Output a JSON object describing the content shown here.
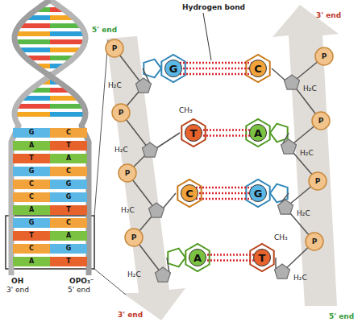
{
  "diagram": {
    "nodes": [
      {
        "text": [
          "G"
        ]
      },
      {
        "text": [
          "C"
        ]
      },
      {
        "text": [
          "T"
        ]
      },
      {
        "text": [
          "A"
        ]
      },
      {
        "text": [
          "C"
        ]
      },
      {
        "text": [
          "G"
        ]
      },
      {
        "text": [
          "A"
        ]
      },
      {
        "text": [
          "T"
        ]
      }
    ],
    "edges": [
      {
        "from": 0,
        "to": 1,
        "arrow": "none"
      },
      {
        "from": 0,
        "to": 1,
        "arrow": "none"
      },
      {
        "from": 0,
        "to": 1,
        "arrow": "none"
      },
      {
        "from": 2,
        "to": 3,
        "arrow": "none"
      },
      {
        "from": 2,
        "to": 3,
        "arrow": "none"
      },
      {
        "from": 4,
        "to": 5,
        "arrow": "none"
      },
      {
        "from": 4,
        "to": 5,
        "arrow": "none"
      },
      {
        "from": 4,
        "to": 5,
        "arrow": "none"
      },
      {
        "from": 6,
        "to": 7,
        "arrow": "none"
      },
      {
        "from": 6,
        "to": 7,
        "arrow": "none"
      }
    ],
    "labels": [
      "Hydrogen bond",
      "5' end",
      "3' end",
      "3' end",
      "5' end",
      "OH",
      "3' end",
      "OPO₃⁻",
      "5' end",
      "G",
      "C",
      "A",
      "T",
      "T",
      "A",
      "G",
      "C",
      "C",
      "G",
      "C",
      "G",
      "A",
      "T",
      "G",
      "C",
      "T",
      "A",
      "C",
      "G",
      "A",
      "T",
      "CH₃",
      "CH₃",
      "P",
      "P",
      "P",
      "P",
      "P",
      "P",
      "P",
      "P",
      "H₂C",
      "H₂C",
      "H₂C",
      "H₂C",
      "H₂C",
      "H₂C",
      "H₂C",
      "H₂C"
    ]
  }
}
